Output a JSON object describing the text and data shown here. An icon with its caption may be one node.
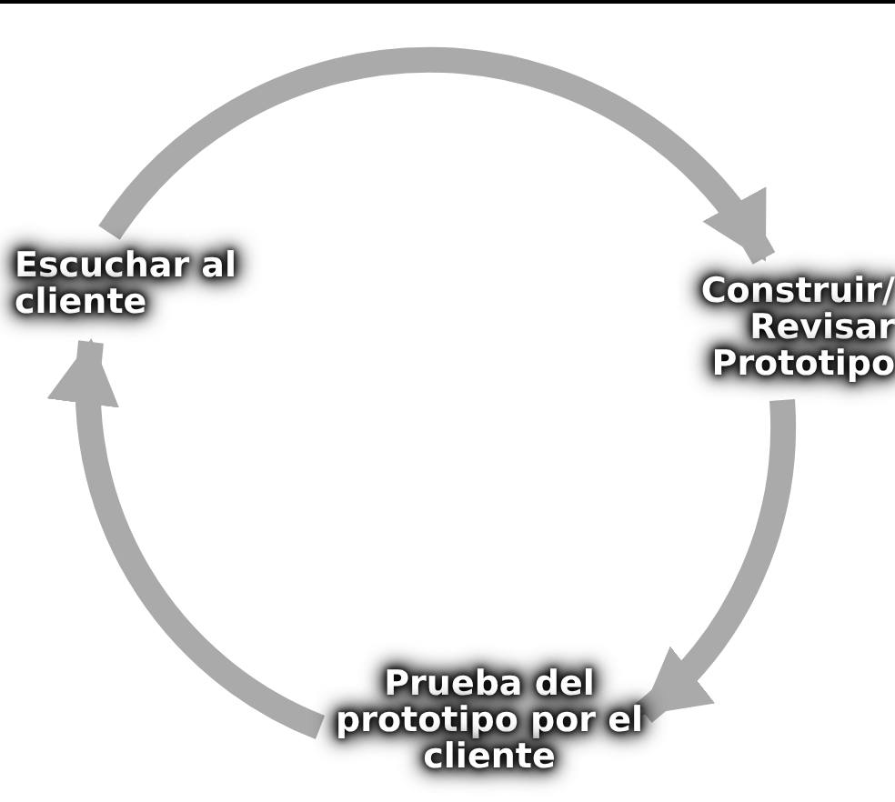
{
  "diagram": {
    "nodes": [
      {
        "text": [
          "Escuchar al cliente"
        ]
      },
      {
        "text": [
          "Construir/ Revisar Prototipo"
        ]
      },
      {
        "text": [
          "Prueba del prototipo por el cliente"
        ]
      }
    ],
    "edges": [
      {
        "from": 0,
        "to": 1,
        "arrow": "to"
      },
      {
        "from": 1,
        "to": 2,
        "arrow": "to"
      },
      {
        "from": 2,
        "to": 0,
        "arrow": "to"
      }
    ]
  }
}
